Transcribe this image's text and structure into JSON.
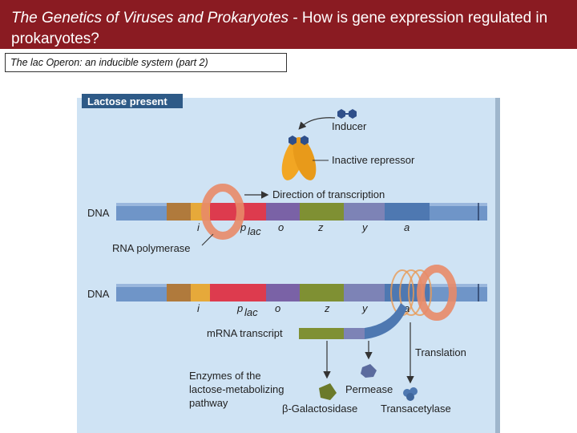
{
  "header": {
    "title_italic": "The Genetics of Viruses and Prokaryotes",
    "title_rest": " - How is gene expression regulated in prokaryotes?"
  },
  "subtitle": "The lac Operon: an inducible system (part 2)",
  "figure": {
    "banner": "Lactose present",
    "labels": {
      "inducer": "Inducer",
      "inactive_repressor": "Inactive repressor",
      "direction": "Direction of transcription",
      "dna_1": "DNA",
      "dna_2": "DNA",
      "rna_polymerase": "RNA polymerase",
      "mrna": "mRNA transcript",
      "translation": "Translation",
      "enzymes": [
        "Enzymes of the",
        "lactose-metabolizing",
        "pathway"
      ],
      "permease": "Permease",
      "galactosidase": "β-Galactosidase",
      "transacetylase": "Transacetylase"
    },
    "genes_row1": [
      "i",
      "p",
      "o",
      "z",
      "y",
      "a"
    ],
    "genes_row2": [
      "i",
      "p",
      "o",
      "z",
      "y",
      "a"
    ],
    "promoter_subscript": "lac",
    "colors": {
      "panel": "#cfe3f4",
      "banner": "#2e5a87",
      "dna": "#6f95c8",
      "gene_i": "#b07a3c",
      "gene_i2": "#e6a93a",
      "gene_p": "#dd3b4e",
      "gene_o": "#7a62a6",
      "gene_z": "#7f9033",
      "gene_y": "#7d83b6",
      "gene_a": "#4e78b1",
      "polymerase": "#e88a68",
      "repressor": "#f2a623",
      "inducer": "#2f4f8a"
    }
  }
}
